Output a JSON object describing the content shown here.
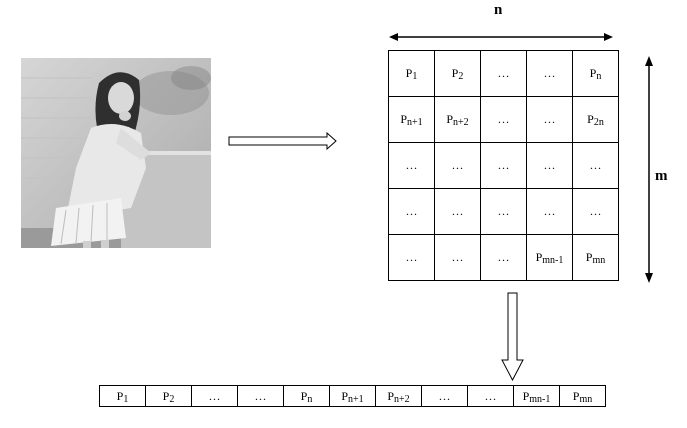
{
  "labels": {
    "n": "n",
    "m": "m"
  },
  "grid": {
    "rows": [
      [
        {
          "base": "P",
          "sub": "1"
        },
        {
          "base": "P",
          "sub": "2"
        },
        {
          "base": "…",
          "sub": ""
        },
        {
          "base": "…",
          "sub": ""
        },
        {
          "base": "P",
          "sub": "n"
        }
      ],
      [
        {
          "base": "P",
          "sub": "n+1"
        },
        {
          "base": "P",
          "sub": "n+2"
        },
        {
          "base": "…",
          "sub": ""
        },
        {
          "base": "…",
          "sub": ""
        },
        {
          "base": "P",
          "sub": "2n"
        }
      ],
      [
        {
          "base": "…",
          "sub": ""
        },
        {
          "base": "…",
          "sub": ""
        },
        {
          "base": "…",
          "sub": ""
        },
        {
          "base": "…",
          "sub": ""
        },
        {
          "base": "…",
          "sub": ""
        }
      ],
      [
        {
          "base": "…",
          "sub": ""
        },
        {
          "base": "…",
          "sub": ""
        },
        {
          "base": "…",
          "sub": ""
        },
        {
          "base": "…",
          "sub": ""
        },
        {
          "base": "…",
          "sub": ""
        }
      ],
      [
        {
          "base": "…",
          "sub": ""
        },
        {
          "base": "…",
          "sub": ""
        },
        {
          "base": "…",
          "sub": ""
        },
        {
          "base": "P",
          "sub": "mn-1"
        },
        {
          "base": "P",
          "sub": "mn"
        }
      ]
    ]
  },
  "strip": {
    "cells": [
      {
        "base": "P",
        "sub": "1"
      },
      {
        "base": "P",
        "sub": "2"
      },
      {
        "base": "…",
        "sub": ""
      },
      {
        "base": "…",
        "sub": ""
      },
      {
        "base": "P",
        "sub": "n"
      },
      {
        "base": "P",
        "sub": "n+1"
      },
      {
        "base": "P",
        "sub": "n+2"
      },
      {
        "base": "…",
        "sub": ""
      },
      {
        "base": "…",
        "sub": ""
      },
      {
        "base": "P",
        "sub": "mn-1"
      },
      {
        "base": "P",
        "sub": "mn"
      }
    ]
  }
}
